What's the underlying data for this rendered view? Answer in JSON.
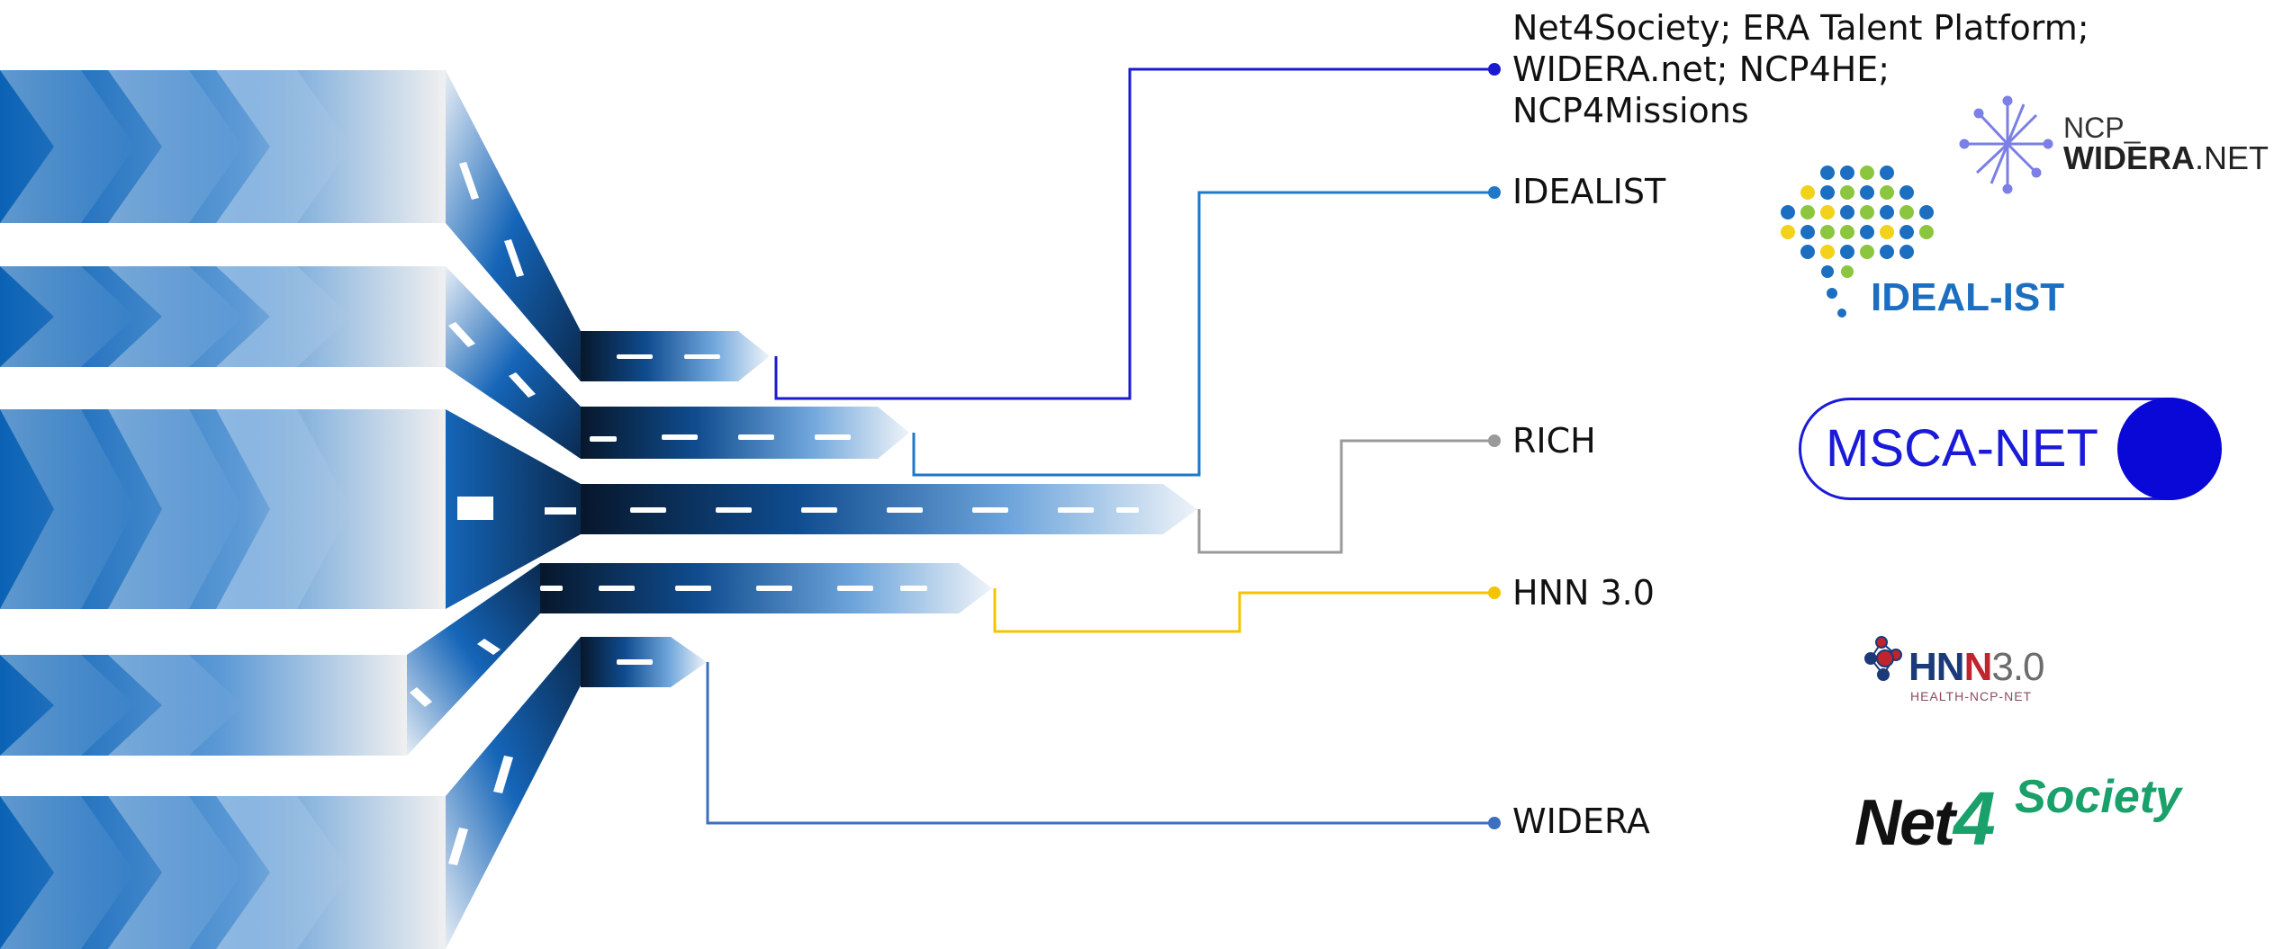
{
  "items": [
    {
      "label": "Net4Society; ERA Talent Platform;\nWIDERA.net; NCP4HE;\nNCP4Missions",
      "color": "#1a1ad1"
    },
    {
      "label": "IDEALIST",
      "color": "#1f78c8"
    },
    {
      "label": "RICH",
      "color": "#9a9a9a"
    },
    {
      "label": "HNN 3.0",
      "color": "#f5c400"
    },
    {
      "label": "WIDERA",
      "color": "#3b6fc0"
    }
  ],
  "logos": {
    "ncp_widera": {
      "small": "NCP_",
      "big_bold": "WIDERA",
      "big_rest": ".NET"
    },
    "ideal_ist": {
      "text": "IDEAL-IST"
    },
    "msca_net": {
      "text": "MSCA-NET"
    },
    "hnn": {
      "hnn": "HN",
      "n": "N",
      "ver": "3.0",
      "sub": "HEALTH-NCP-NET"
    },
    "net4society": {
      "net": "Net",
      "four": "4",
      "society": "Society"
    }
  },
  "colors": {
    "blue_dark": "#0a1f3a",
    "blue_mid": "#1565b8",
    "blue_light": "#e8eef6"
  }
}
